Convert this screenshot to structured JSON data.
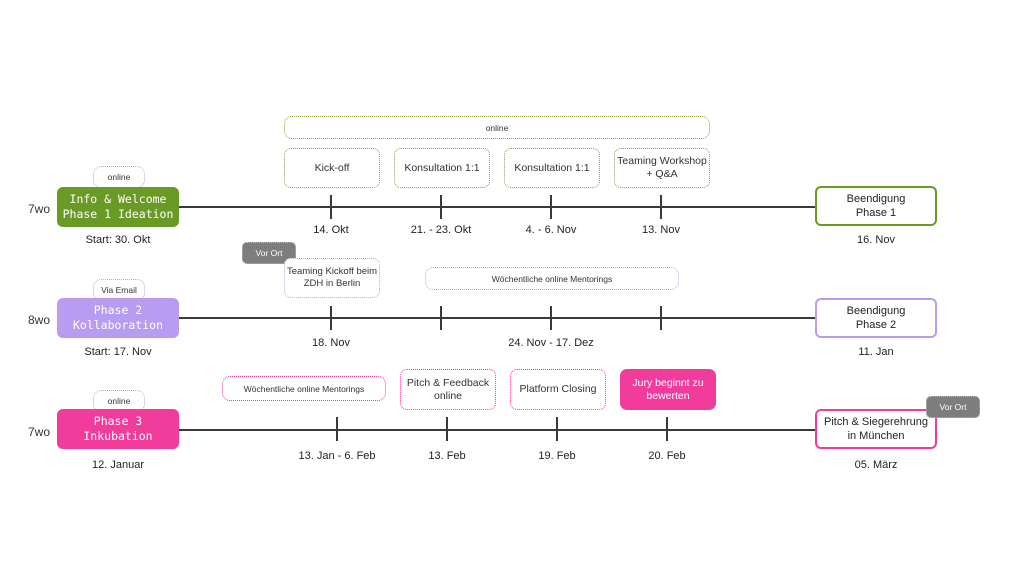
{
  "colors": {
    "green": "#6a9a26",
    "purple": "#b89cf2",
    "pink": "#f23c9c",
    "gray": "#7d7d7d",
    "line": "#3a3a3a"
  },
  "row1": {
    "duration": "7wo",
    "tag": "online",
    "phase_line1": "Info & Welcome",
    "phase_line2": "Phase 1 Ideation",
    "start": "Start: 30. Okt",
    "online_banner": "online",
    "events": [
      {
        "label": "Kick-off",
        "date": "14. Okt"
      },
      {
        "label": "Konsultation 1:1",
        "date": "21. - 23. Okt"
      },
      {
        "label": "Konsultation 1:1",
        "date": "4. - 6. Nov"
      },
      {
        "label": "Teaming Workshop + Q&A",
        "date": "13. Nov"
      }
    ],
    "end_line1": "Beendigung",
    "end_line2": "Phase 1",
    "end_date": "16. Nov"
  },
  "row2": {
    "duration": "8wo",
    "tag": "Via Email",
    "phase_line1": "Phase 2",
    "phase_line2": "Kollaboration",
    "start": "Start: 17.  Nov",
    "vor_ort": "Vor Ort",
    "kickoff": "Teaming Kickoff beim ZDH in Berlin",
    "mentorings": "Wöchentliche online Mentorings",
    "date1": "18. Nov",
    "date2": "24. Nov - 17. Dez",
    "end_line1": "Beendigung",
    "end_line2": "Phase 2",
    "end_date": "11. Jan"
  },
  "row3": {
    "duration": "7wo",
    "tag": "online",
    "phase_line1": "Phase 3",
    "phase_line2": "Inkubation",
    "start": "12.  Januar",
    "mentorings": "Wöchentliche online Mentorings",
    "pitch": "Pitch & Feedback online",
    "closing": "Platform Closing",
    "jury": "Jury beginnt zu bewerten",
    "dates": [
      "13. Jan - 6. Feb",
      "13. Feb",
      "19. Feb",
      "20. Feb"
    ],
    "end_line1": "Pitch & Siegerehrung",
    "end_line2": "in München",
    "end_date": "05. März",
    "vor_ort": "Vor Ort"
  }
}
